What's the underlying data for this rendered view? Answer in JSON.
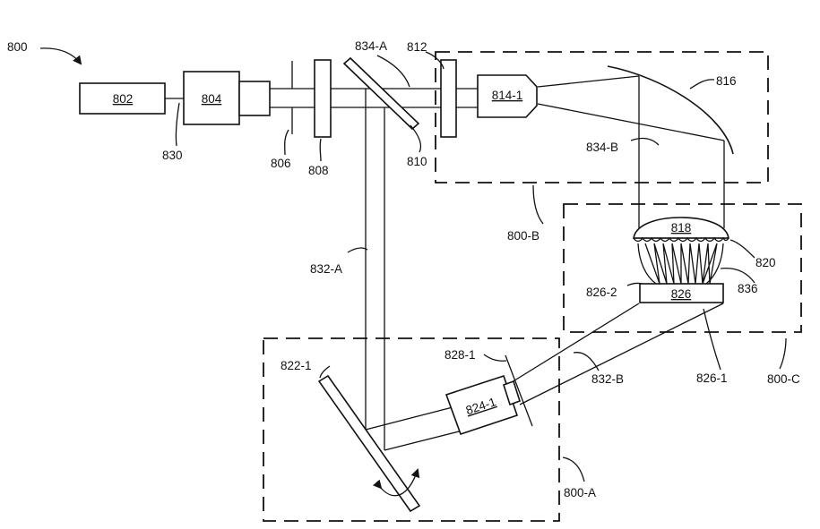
{
  "figure_label": "800",
  "sections": {
    "a": "800-A",
    "b": "800-B",
    "c": "800-C"
  },
  "components": {
    "c802": "802",
    "c804": "804",
    "c814_1": "814-1",
    "c818": "818",
    "c824_1": "824-1",
    "c826": "826"
  },
  "callouts": {
    "c806": "806",
    "c808": "808",
    "c810": "810",
    "c812": "812",
    "c816": "816",
    "c820": "820",
    "c822_1": "822-1",
    "c826_1": "826-1",
    "c826_2": "826-2",
    "c828_1": "828-1",
    "c830": "830",
    "c832_a": "832-A",
    "c832_b": "832-B",
    "c834_a": "834-A",
    "c834_b": "834-B",
    "c836": "836"
  }
}
